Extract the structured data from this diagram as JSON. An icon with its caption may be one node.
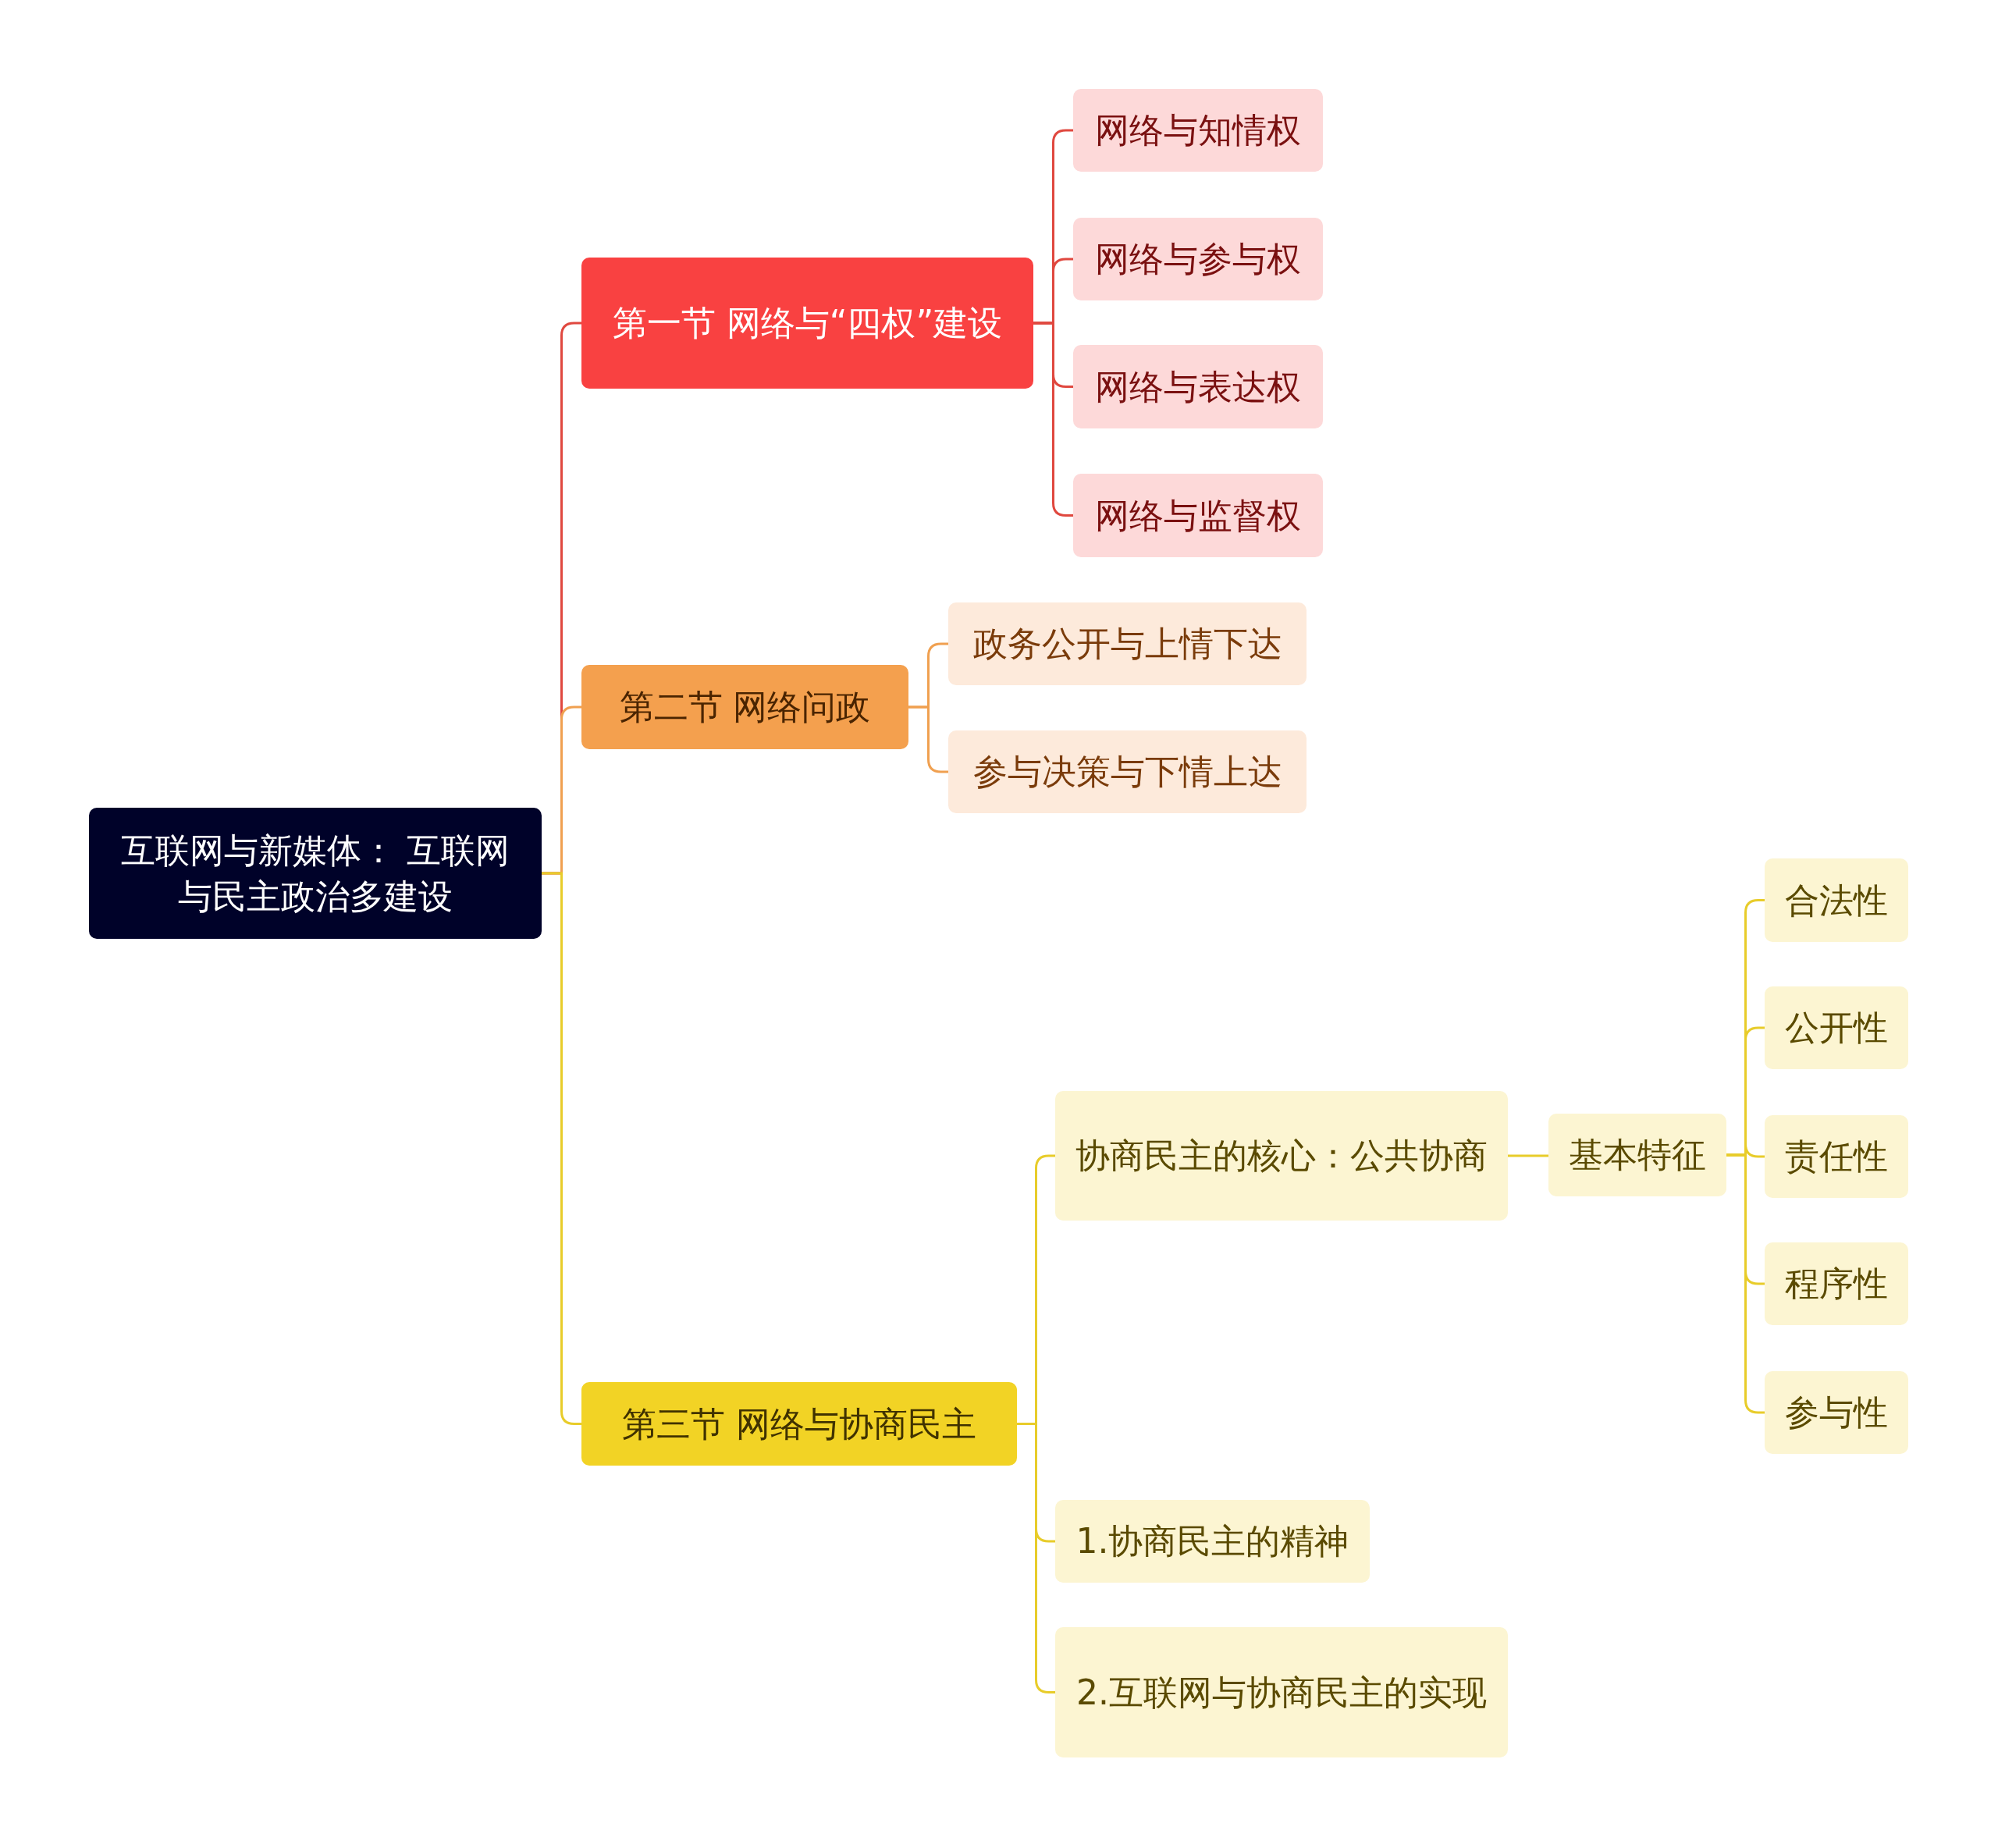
{
  "diagram": {
    "nodes": [
      {
        "text": [
          "互联网与新媒体： 互联网与民主政治多建设"
        ]
      },
      {
        "text": [
          "第一节 网络与“四权”建设"
        ]
      },
      {
        "text": [
          "网络与知情权"
        ]
      },
      {
        "text": [
          "网络与参与权"
        ]
      },
      {
        "text": [
          "网络与表达权"
        ]
      },
      {
        "text": [
          "网络与监督权"
        ]
      },
      {
        "text": [
          "第二节 网络问政"
        ]
      },
      {
        "text": [
          "政务公开与上情下达"
        ]
      },
      {
        "text": [
          "参与决策与下情上达"
        ]
      },
      {
        "text": [
          "第三节 网络与协商民主"
        ]
      },
      {
        "text": [
          "协商民主的核心：公共协商"
        ]
      },
      {
        "text": [
          "基本特征"
        ]
      },
      {
        "text": [
          "合法性"
        ]
      },
      {
        "text": [
          "公开性"
        ]
      },
      {
        "text": [
          "责任性"
        ]
      },
      {
        "text": [
          "程序性"
        ]
      },
      {
        "text": [
          "参与性"
        ]
      },
      {
        "text": [
          "1.协商民主的精神"
        ]
      },
      {
        "text": [
          "2.互联网与协商民主的实现"
        ]
      }
    ],
    "edges": [
      {
        "from": 0,
        "to": 1,
        "arrow": "none",
        "color": "#e0483f"
      },
      {
        "from": 1,
        "to": 2,
        "arrow": "none",
        "color": "#e0483f"
      },
      {
        "from": 1,
        "to": 3,
        "arrow": "none",
        "color": "#e0483f"
      },
      {
        "from": 1,
        "to": 4,
        "arrow": "none",
        "color": "#e0483f"
      },
      {
        "from": 1,
        "to": 5,
        "arrow": "none",
        "color": "#e0483f"
      },
      {
        "from": 0,
        "to": 6,
        "arrow": "none",
        "color": "#f0a050"
      },
      {
        "from": 6,
        "to": 7,
        "arrow": "none",
        "color": "#f0a050"
      },
      {
        "from": 6,
        "to": 8,
        "arrow": "none",
        "color": "#f0a050"
      },
      {
        "from": 0,
        "to": 9,
        "arrow": "none"
      },
      {
        "from": 9,
        "to": 10,
        "arrow": "none"
      },
      {
        "from": 10,
        "to": 11,
        "arrow": "none"
      },
      {
        "from": 11,
        "to": 12,
        "arrow": "none"
      },
      {
        "from": 11,
        "to": 13,
        "arrow": "none"
      },
      {
        "from": 11,
        "to": 14,
        "arrow": "none"
      },
      {
        "from": 11,
        "to": 15,
        "arrow": "none"
      },
      {
        "from": 11,
        "to": 16,
        "arrow": "none"
      },
      {
        "from": 9,
        "to": 17,
        "arrow": "none"
      },
      {
        "from": 9,
        "to": 18,
        "arrow": "none"
      }
    ]
  }
}
